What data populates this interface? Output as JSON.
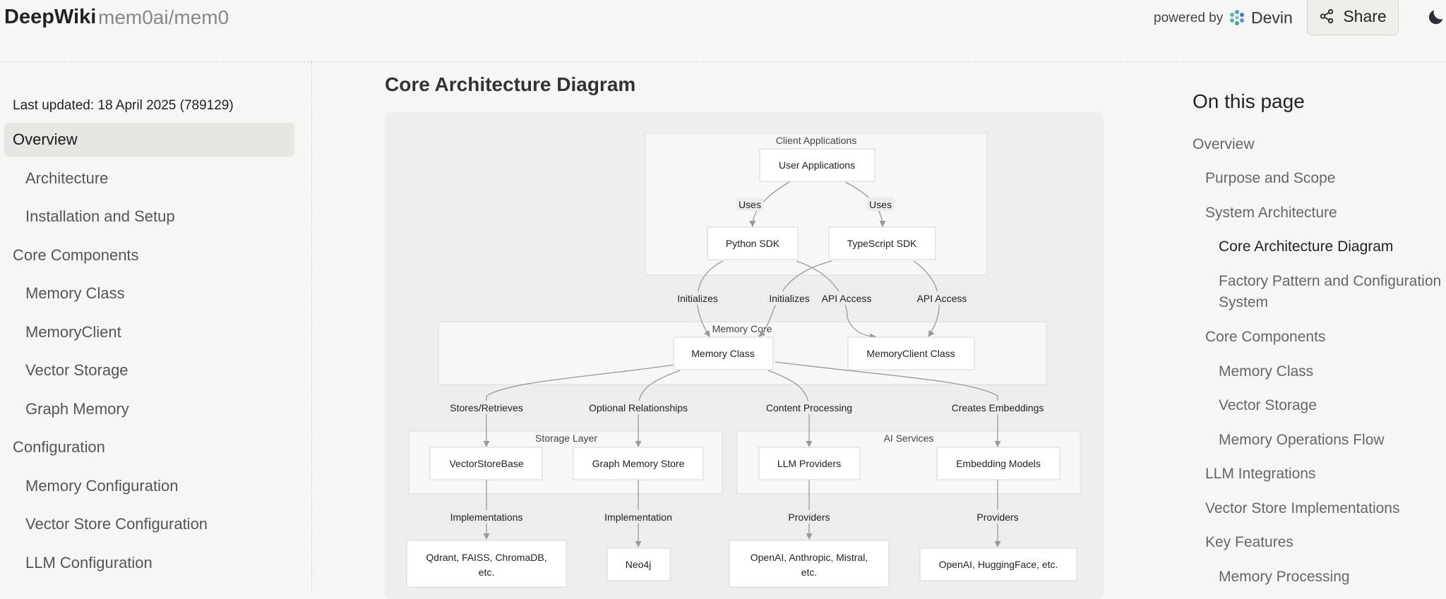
{
  "header": {
    "brand": "DeepWiki",
    "repo": "mem0ai/mem0",
    "powered_by": "powered by",
    "devin": "Devin",
    "share_label": "Share"
  },
  "sidebar": {
    "last_updated": "Last updated: 18 April 2025 (789129)",
    "items": [
      {
        "label": "Overview",
        "level": 0,
        "active": true
      },
      {
        "label": "Architecture",
        "level": 1
      },
      {
        "label": "Installation and Setup",
        "level": 1
      },
      {
        "label": "Core Components",
        "level": 0
      },
      {
        "label": "Memory Class",
        "level": 1
      },
      {
        "label": "MemoryClient",
        "level": 1
      },
      {
        "label": "Vector Storage",
        "level": 1
      },
      {
        "label": "Graph Memory",
        "level": 1
      },
      {
        "label": "Configuration",
        "level": 0
      },
      {
        "label": "Memory Configuration",
        "level": 1
      },
      {
        "label": "Vector Store Configuration",
        "level": 1
      },
      {
        "label": "LLM Configuration",
        "level": 1
      }
    ]
  },
  "main": {
    "title": "Core Architecture Diagram"
  },
  "diagram": {
    "groups": {
      "client": "Client Applications",
      "core": "Memory Core",
      "storage": "Storage Layer",
      "ai": "AI Services"
    },
    "nodes": {
      "user_apps": "User Applications",
      "python_sdk": "Python SDK",
      "ts_sdk": "TypeScript SDK",
      "memory_class": "Memory Class",
      "memoryclient_class": "MemoryClient Class",
      "vectorstorebase": "VectorStoreBase",
      "graph_store": "Graph Memory Store",
      "llm_providers": "LLM Providers",
      "embedding_models": "Embedding Models",
      "qdrant_line1": "Qdrant, FAISS, ChromaDB,",
      "qdrant_line2": "etc.",
      "neo4j": "Neo4j",
      "openai_line1": "OpenAI, Anthropic, Mistral,",
      "openai_line2": "etc.",
      "hf": "OpenAI, HuggingFace, etc."
    },
    "edges": {
      "uses_left": "Uses",
      "uses_right": "Uses",
      "init_left": "Initializes",
      "init_right": "Initializes",
      "api_left": "API Access",
      "api_right": "API Access",
      "stores": "Stores/Retrieves",
      "optional": "Optional Relationships",
      "content": "Content Processing",
      "embeddings": "Creates Embeddings",
      "impls": "Implementations",
      "impl": "Implementation",
      "providers_llm": "Providers",
      "providers_emb": "Providers"
    }
  },
  "toc": {
    "title": "On this page",
    "items": [
      {
        "label": "Overview",
        "level": 0
      },
      {
        "label": "Purpose and Scope",
        "level": 1
      },
      {
        "label": "System Architecture",
        "level": 1
      },
      {
        "label": "Core Architecture Diagram",
        "level": 2,
        "current": true
      },
      {
        "label": "Factory Pattern and Configuration",
        "label2": "System",
        "level": 2
      },
      {
        "label": "Core Components",
        "level": 1
      },
      {
        "label": "Memory Class",
        "level": 2
      },
      {
        "label": "Vector Storage",
        "level": 2
      },
      {
        "label": "Memory Operations Flow",
        "level": 2
      },
      {
        "label": "LLM Integrations",
        "level": 1
      },
      {
        "label": "Vector Store Implementations",
        "level": 1
      },
      {
        "label": "Key Features",
        "level": 1
      },
      {
        "label": "Memory Processing",
        "level": 2
      }
    ]
  }
}
